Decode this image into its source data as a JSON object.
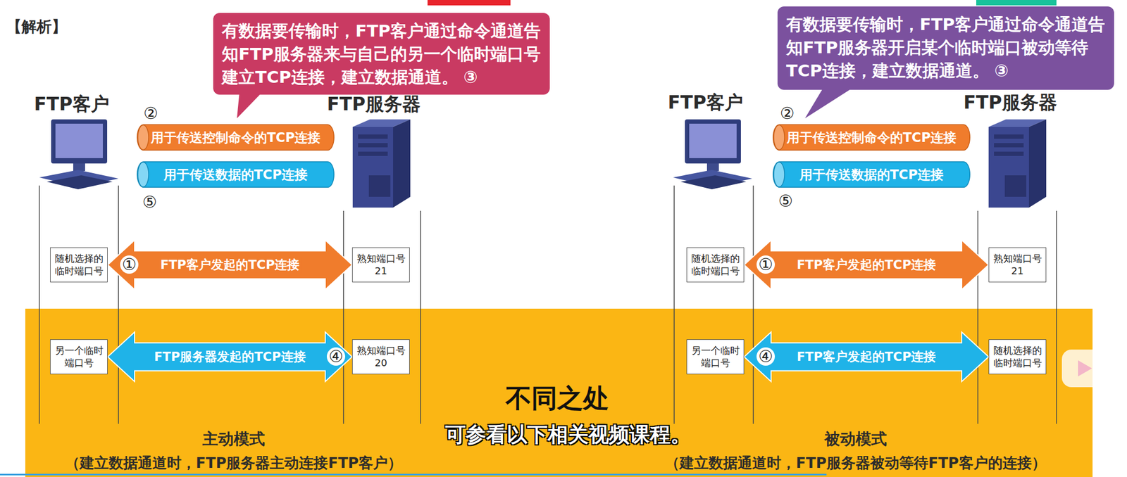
{
  "diagram": {
    "nodes": [
      {
        "text": [
          "有数据要传输时，FTP客户通过命令通道告知FTP服务器来与自己的另一个临时端口号建立TCP连接，建立数据通道。",
          "③"
        ]
      },
      {
        "text": [
          "有数据要传输时，FTP客户通过命令通道告知FTP服务器开启某个临时端口被动等待TCP连接，建立数据通道。",
          "③"
        ]
      },
      {
        "text": [
          "用于传送控制命令的TCP连接"
        ]
      },
      {
        "text": [
          "用于传送控制命令的TCP连接"
        ]
      },
      {
        "text": [
          "用于传送数据的TCP连接"
        ]
      },
      {
        "text": [
          "用于传送数据的TCP连接"
        ]
      },
      {
        "text": [
          "随机选择的临时端口号"
        ]
      },
      {
        "text": [
          "熟知端口号 21"
        ]
      },
      {
        "text": [
          "随机选择的临时端口号"
        ]
      },
      {
        "text": [
          "熟知端口号 21"
        ]
      },
      {
        "text": [
          "不同之处"
        ]
      },
      {
        "text": [
          "另一个临时端口号"
        ],
        "in": 10
      },
      {
        "text": [
          "熟知端口号 20"
        ],
        "in": 10
      },
      {
        "text": [
          "另一个临时端口号"
        ],
        "in": 10
      },
      {
        "text": [
          "随机选择的临时端口号"
        ],
        "in": 10
      }
    ],
    "edges": [
      {
        "from": 6,
        "to": 7,
        "arrow": "both",
        "label": "FTP客户发起的TCP连接"
      },
      {
        "from": 8,
        "to": 9,
        "arrow": "both",
        "label": "FTP客户发起的TCP连接"
      },
      {
        "from": 11,
        "to": 12,
        "arrow": "both",
        "label": "FTP服务器发起的TCP连接"
      },
      {
        "from": 13,
        "to": 14,
        "arrow": "both",
        "label": "FTP客户发起的TCP连接"
      }
    ],
    "labels": [
      "【解析】",
      "FTP客户",
      "FTP服务器",
      "FTP客户",
      "FTP服务器",
      "②",
      "②",
      "⑤",
      "⑤",
      "①",
      "①",
      "④",
      "④",
      "主动模式",
      "被动模式",
      "（建立数据通道时，FTP服务器主动连接FTP客户）",
      "（建立数据通道时，FTP服务器被动等待FTP客户的连接）",
      "可参看以下相关视频课程。"
    ]
  }
}
